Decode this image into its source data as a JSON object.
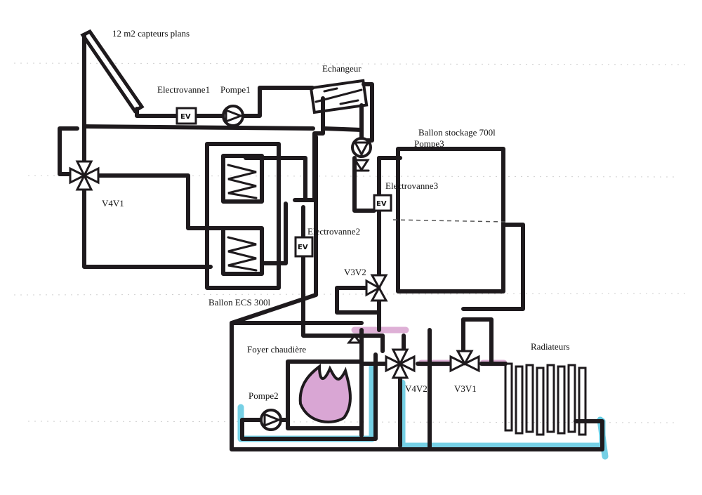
{
  "labels": {
    "collector": "12 m2 capteurs plans",
    "electrovanne1": "Electrovanne1",
    "pompe1": "Pompe1",
    "echangeur": "Echangeur",
    "ballon_stockage": "Ballon stockage 700l",
    "pompe3": "Pompe3",
    "v4v1": "V4V1",
    "electrovanne3": "Electrovanne3",
    "electrovanne2": "Electrovanne2",
    "v3v2": "V3V2",
    "ballon_ecs": "Ballon ECS 300l",
    "foyer": "Foyer chaudière",
    "radiateurs": "Radiateurs",
    "pompe2": "Pompe2",
    "v4v2": "V4V2",
    "v3v1": "V3V1"
  },
  "ev_mark": "EV",
  "colors": {
    "pipe": "#1e1a1d",
    "hot_highlight": "#d8a2cf",
    "cold_highlight": "#5ec8e0",
    "flame": "#d9a6d4"
  }
}
